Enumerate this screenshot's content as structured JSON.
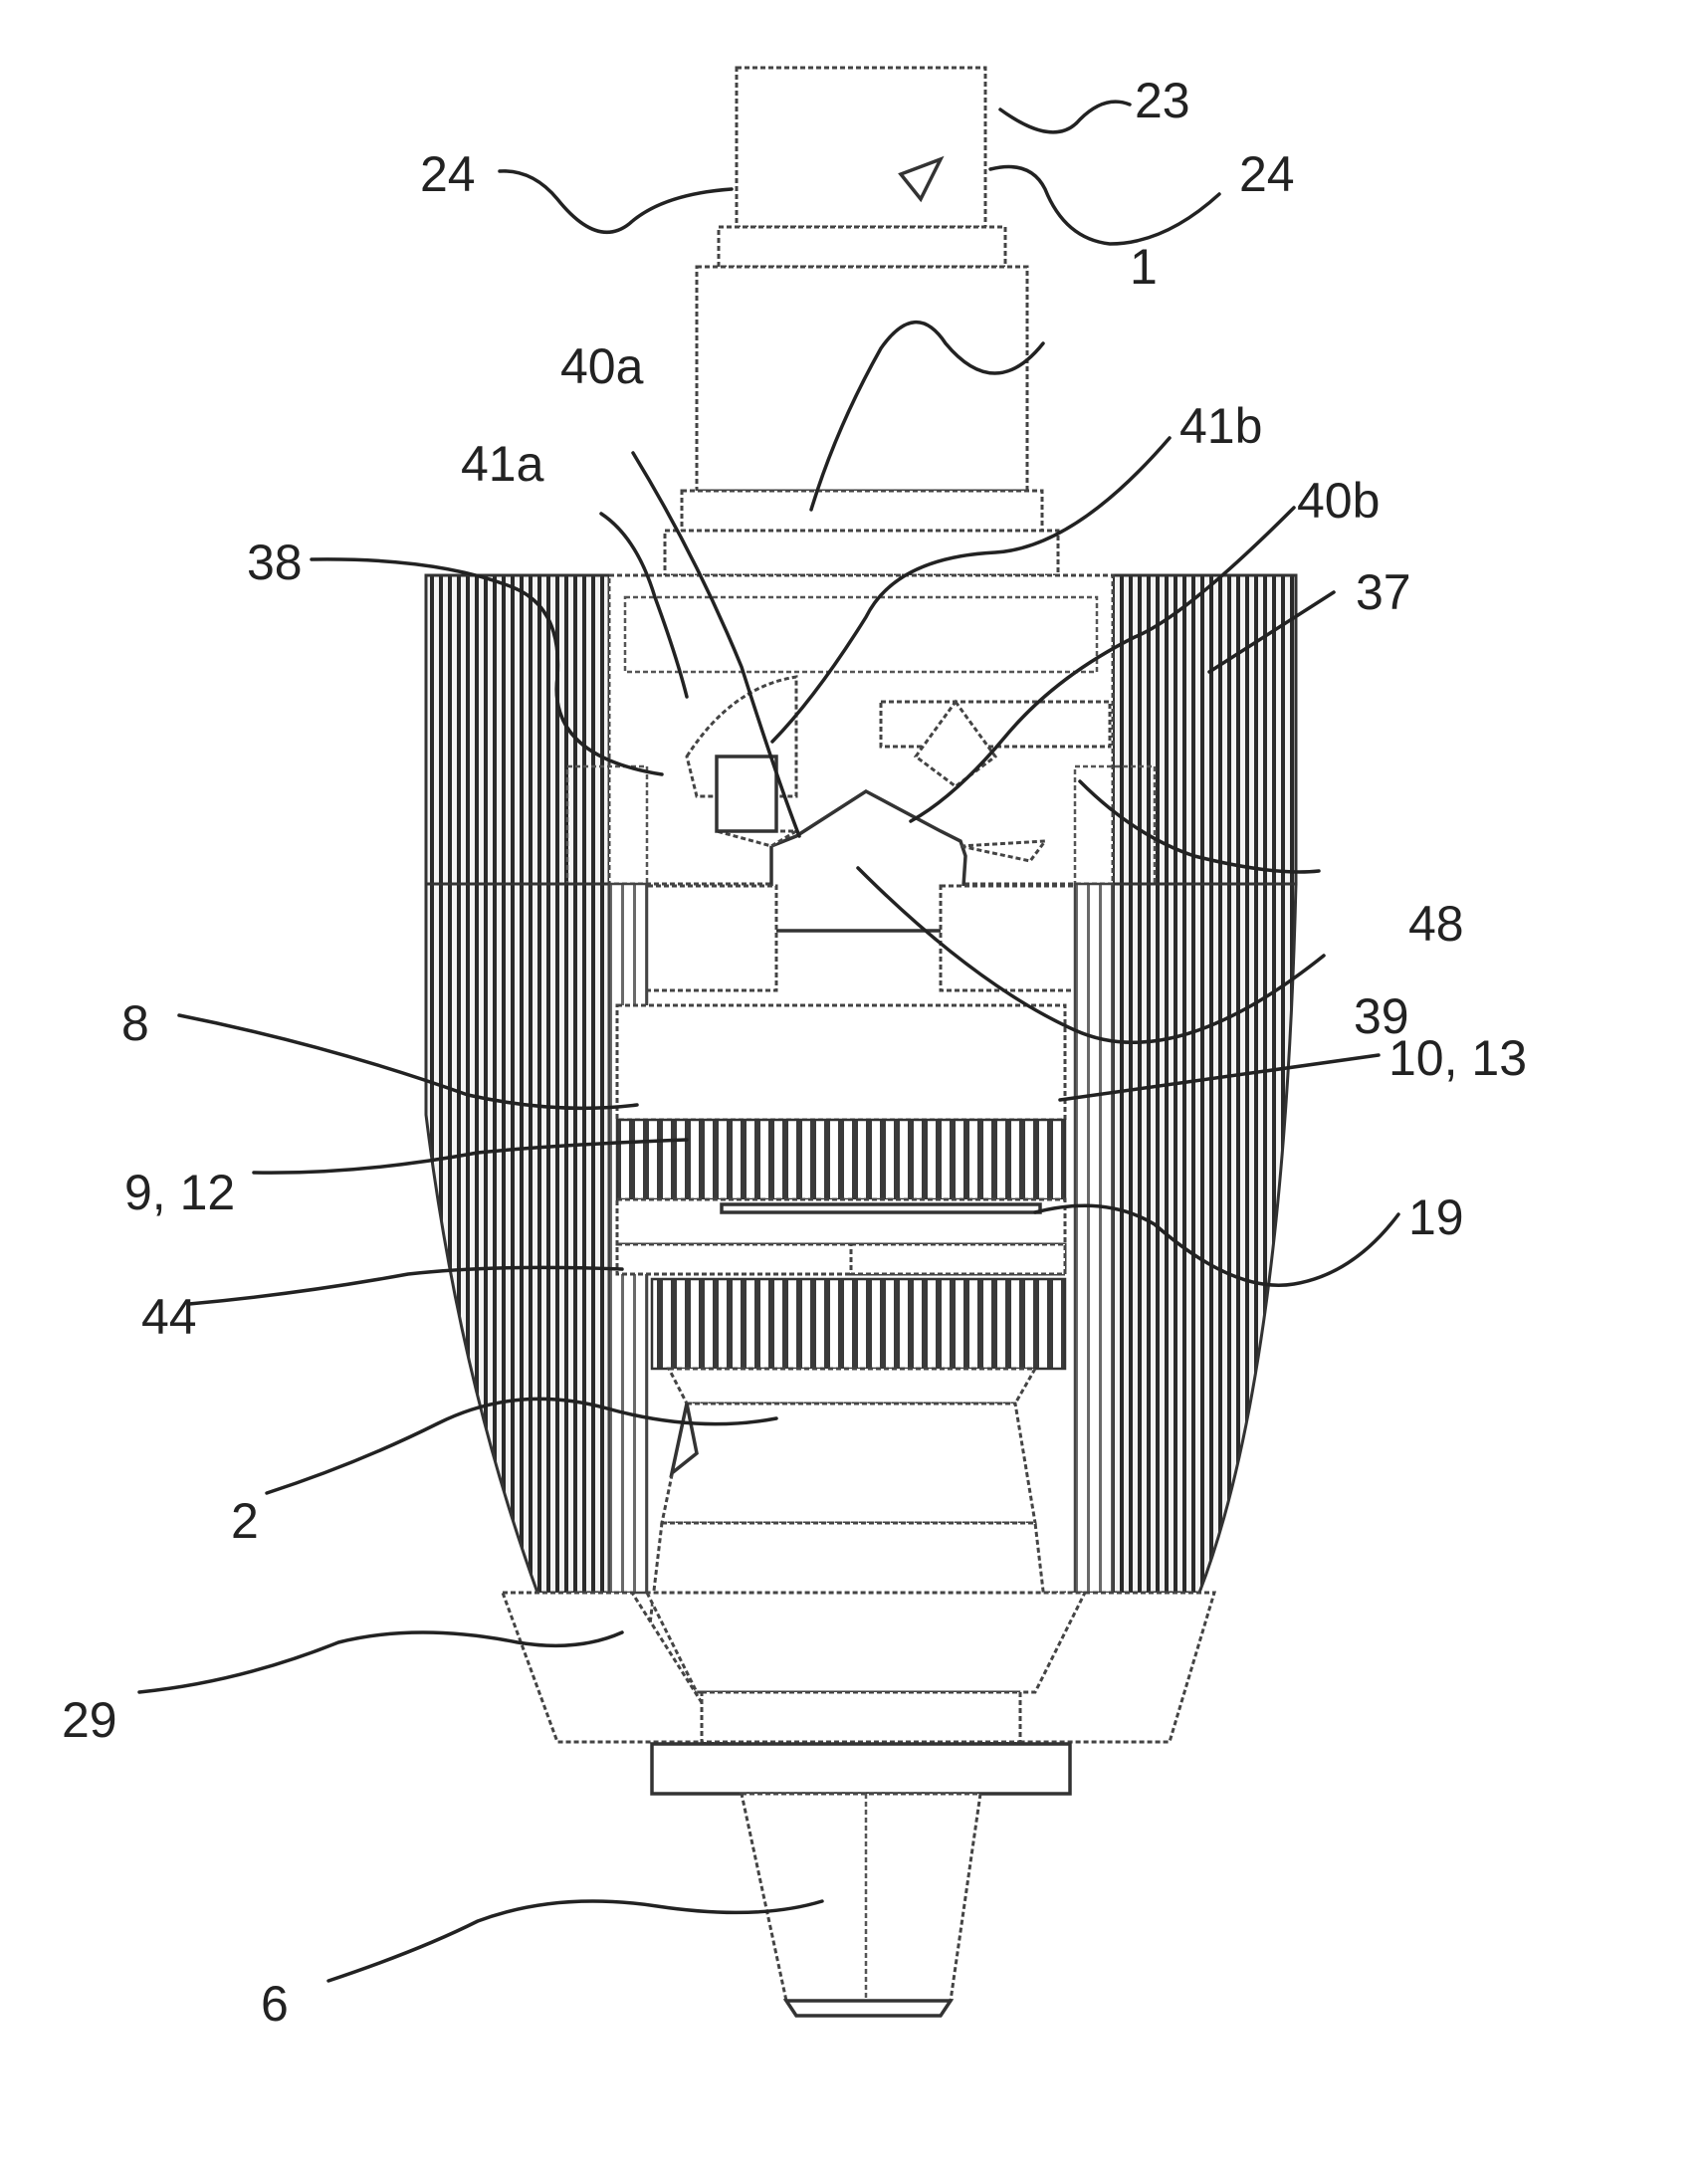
{
  "figure": {
    "labels": [
      {
        "key": "l23",
        "text": "23"
      },
      {
        "key": "l24a",
        "text": "24"
      },
      {
        "key": "l24b",
        "text": "24"
      },
      {
        "key": "l1",
        "text": "1"
      },
      {
        "key": "l40a",
        "text": "40a"
      },
      {
        "key": "l41b",
        "text": "41b"
      },
      {
        "key": "l41a",
        "text": "41a"
      },
      {
        "key": "l40b",
        "text": "40b"
      },
      {
        "key": "l38",
        "text": "38"
      },
      {
        "key": "l37",
        "text": "37"
      },
      {
        "key": "l48",
        "text": "48"
      },
      {
        "key": "l39",
        "text": "39"
      },
      {
        "key": "l8",
        "text": "8"
      },
      {
        "key": "l1013",
        "text": "10, 13"
      },
      {
        "key": "l912",
        "text": "9, 12"
      },
      {
        "key": "l19",
        "text": "19"
      },
      {
        "key": "l44",
        "text": "44"
      },
      {
        "key": "l2",
        "text": "2"
      },
      {
        "key": "l29",
        "text": "29"
      },
      {
        "key": "l6",
        "text": "6"
      }
    ]
  }
}
